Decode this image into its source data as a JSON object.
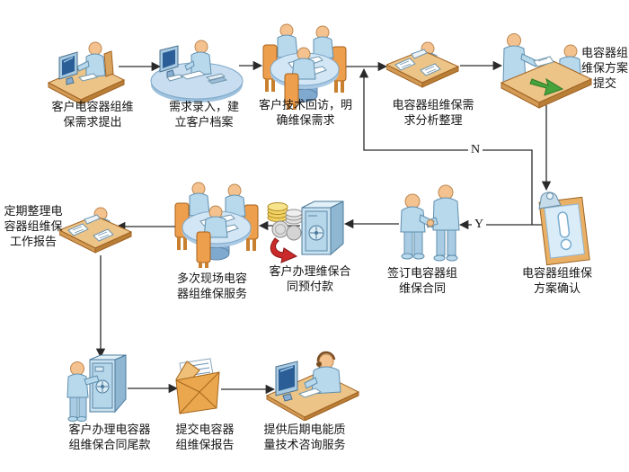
{
  "flowchart": {
    "nodes": [
      {
        "icon": "person-at-computer",
        "label": "客户电容器组维\n保需求提出"
      },
      {
        "icon": "data-entry-desk",
        "label": "需求录入，建\n立客户档案"
      },
      {
        "icon": "customer-meeting-table",
        "label": "客户技术回访，明\n确维保需求"
      },
      {
        "icon": "analysis-desk",
        "label": "电容器组维保需\n求分析整理"
      },
      {
        "icon": "proposal-handover-desk",
        "label": "电容器组\n维保方案\n提交"
      },
      {
        "icon": "confirmation-clipboard",
        "label": "电容器组维保\n方案确认"
      },
      {
        "icon": "handshake",
        "label": "签订电容器组\n维保合同"
      },
      {
        "icon": "safe-with-coins",
        "label": "客户办理维保合\n同预付款"
      },
      {
        "icon": "onsite-service-meeting",
        "label": "多次现场电容\n器组维保服务"
      },
      {
        "icon": "report-desk",
        "label": "定期整理电\n容器组维保\n工作报告"
      },
      {
        "icon": "final-payment-safe",
        "label": "客户办理电容器\n组维保合同尾款"
      },
      {
        "icon": "report-envelope",
        "label": "提交电容器\n组维保报告"
      },
      {
        "icon": "support-computer",
        "label": "提供后期电能质\n量技术咨询服务"
      }
    ],
    "branch_no": "N",
    "branch_yes": "Y",
    "colors": {
      "background": "#ffffff",
      "connector_line": "#2a2a2a",
      "platform_tan": "#ecc488",
      "people_blue": "#b8d8ec",
      "chair_orange": "#ed9f4e",
      "safe_blue": "#c9e2f1",
      "coin_gold": "#f2d264",
      "arrow_red": "#cb2a2a",
      "arrow_green": "#46a33c",
      "envelope_orange": "#eba74e",
      "text": "#141414"
    }
  }
}
